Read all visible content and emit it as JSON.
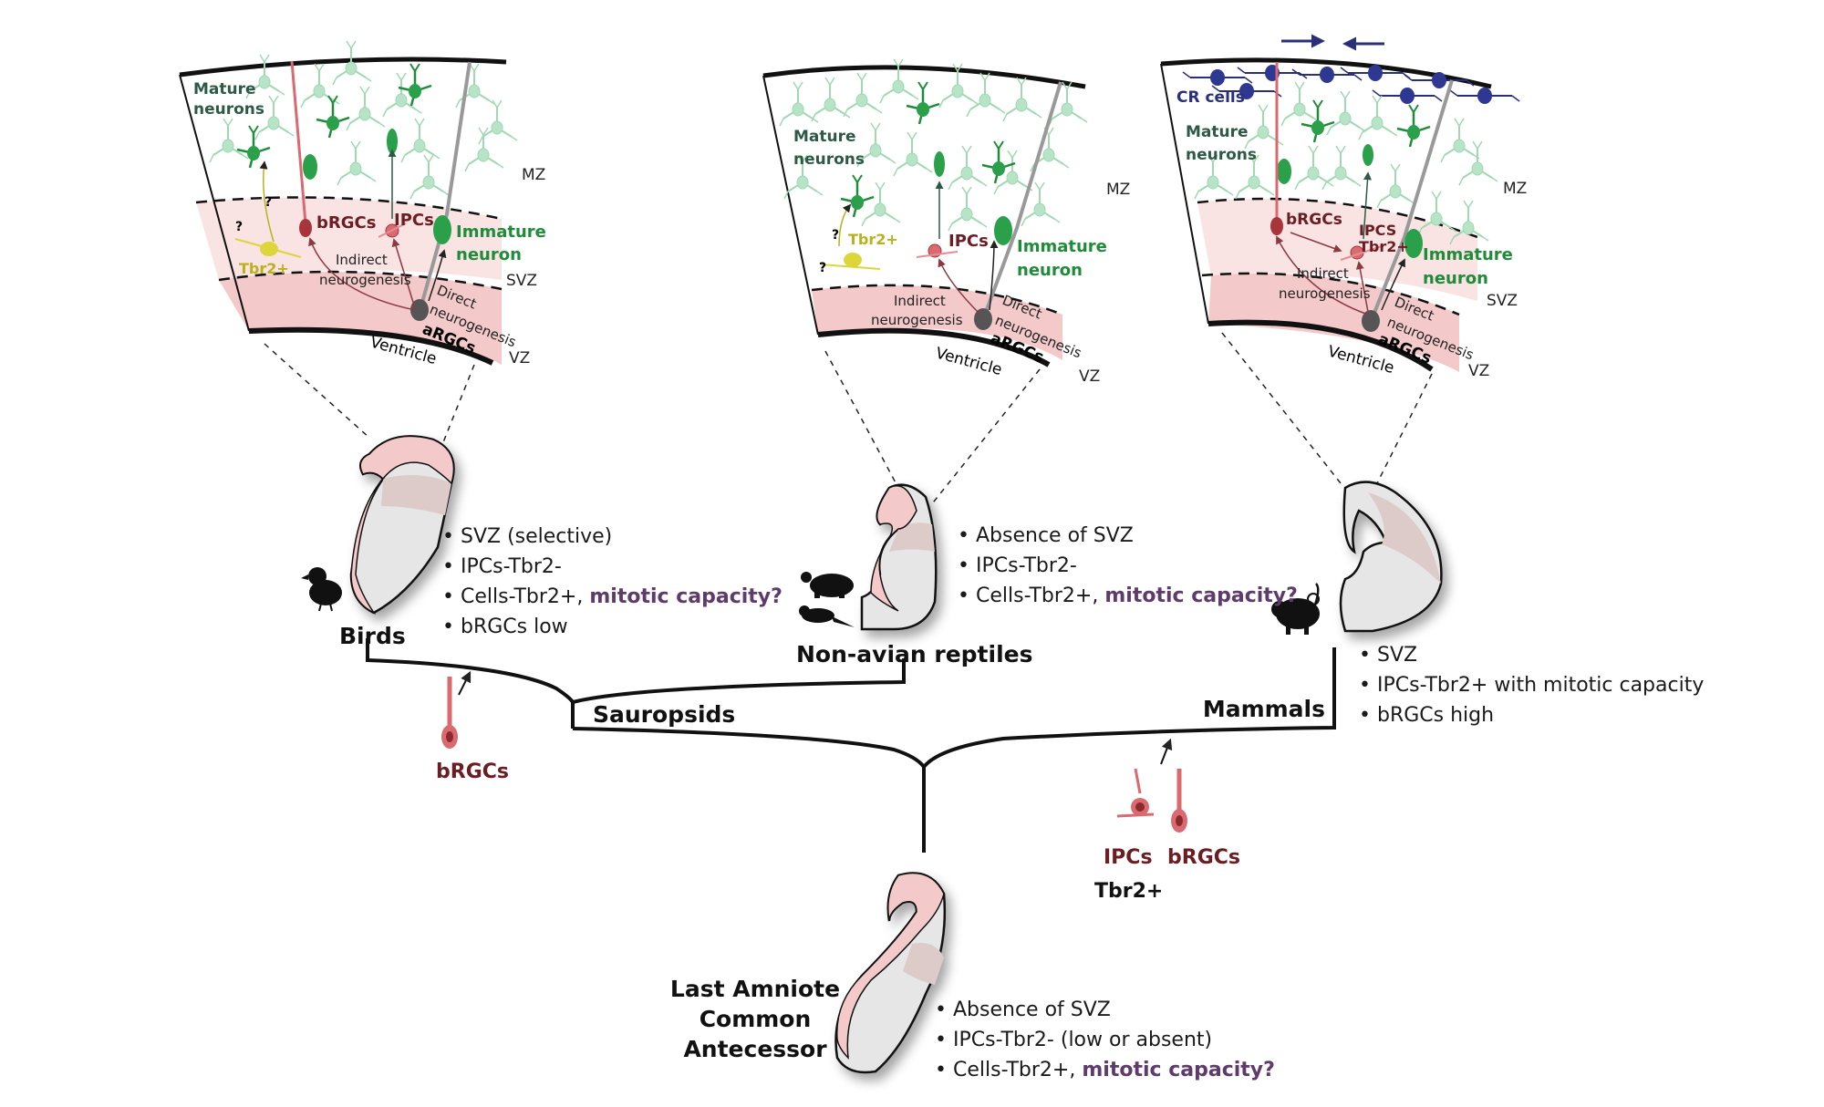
{
  "panels": [
    {
      "id": "birds",
      "labels": {
        "mature_neurons": [
          "Mature",
          "neurons"
        ],
        "brgcs": "bRGCs",
        "ipcs": "IPCs",
        "tbr2": "Tbr2+",
        "question": "?",
        "immature_neuron": [
          "Immature",
          "neuron"
        ],
        "indirect": [
          "Indirect",
          "neurogenesis"
        ],
        "direct": [
          "Direct",
          "neurogenesis"
        ],
        "argcs": "aRGCs",
        "ventricle": "Ventricle",
        "mz": "MZ",
        "svz": "SVZ",
        "vz": "VZ"
      }
    },
    {
      "id": "reptiles",
      "labels": {
        "mature_neurons": [
          "Mature",
          "neurons"
        ],
        "ipcs": "IPCs",
        "tbr2": "Tbr2+",
        "question": "?",
        "immature_neuron": [
          "Immature",
          "neuron"
        ],
        "indirect": [
          "Indirect",
          "neurogenesis"
        ],
        "direct": [
          "Direct",
          "neurogenesis"
        ],
        "argcs": "aRGCs",
        "ventricle": "Ventricle",
        "mz": "MZ",
        "vz": "VZ"
      }
    },
    {
      "id": "mammals",
      "labels": {
        "cr_cells": "CR cells",
        "mature_neurons": [
          "Mature",
          "neurons"
        ],
        "brgcs": "bRGCs",
        "ipcs": [
          "IPCS",
          "Tbr2+"
        ],
        "immature_neuron": [
          "Immature",
          "neuron"
        ],
        "indirect": [
          "Indirect",
          "neurogenesis"
        ],
        "direct": [
          "Direct",
          "neurogenesis"
        ],
        "argcs": "aRGCs",
        "ventricle": "Ventricle",
        "mz": "MZ",
        "svz": "SVZ",
        "vz": "VZ"
      }
    }
  ],
  "clades": {
    "birds": {
      "name": "Birds",
      "traits": [
        {
          "text": "SVZ (selective)"
        },
        {
          "text": "IPCs-Tbr2-"
        },
        {
          "text": "Cells-Tbr2+, ",
          "highlight": "mitotic capacity?"
        },
        {
          "text": "bRGCs low"
        }
      ]
    },
    "reptiles": {
      "name": "Non-avian reptiles",
      "traits": [
        {
          "text": "Absence of SVZ"
        },
        {
          "text": "IPCs-Tbr2-"
        },
        {
          "text": "Cells-Tbr2+, ",
          "highlight": "mitotic capacity?"
        }
      ]
    },
    "mammals": {
      "name": "Mammals",
      "traits": [
        {
          "text": "SVZ"
        },
        {
          "text": "IPCs-Tbr2+ with mitotic capacity"
        },
        {
          "text": "bRGCs high"
        }
      ]
    },
    "sauropsids": {
      "name": "Sauropsids"
    },
    "ancestor": {
      "name": [
        "Last Amniote",
        "Common",
        "Antecessor"
      ],
      "traits": [
        {
          "text": "Absence of SVZ"
        },
        {
          "text": "IPCs-Tbr2- (low or absent)"
        },
        {
          "text": "Cells-Tbr2+, ",
          "highlight": "mitotic capacity?"
        }
      ]
    }
  },
  "innovations": {
    "sauropsid_branch": {
      "label": "bRGCs"
    },
    "mammal_branch": {
      "ipcs": "IPCs",
      "brgcs": "bRGCs",
      "tbr2": "Tbr2+"
    }
  },
  "icons": {
    "birds": "chick-silhouette-icon",
    "reptiles": [
      "turtle-silhouette-icon",
      "lizard-silhouette-icon"
    ],
    "mammals": "mouse-silhouette-icon"
  },
  "colors": {
    "pink_band": "#f3c9c9",
    "pink_light": "#f9e3e3",
    "dark_red": "#6b1d24",
    "cell_red": "#d96a6f",
    "green": "#1f8c3a",
    "green_light": "#9fd8b3",
    "navy": "#2a2f7a",
    "purple": "#5e3b6b",
    "yellow": "#c8c22a"
  }
}
